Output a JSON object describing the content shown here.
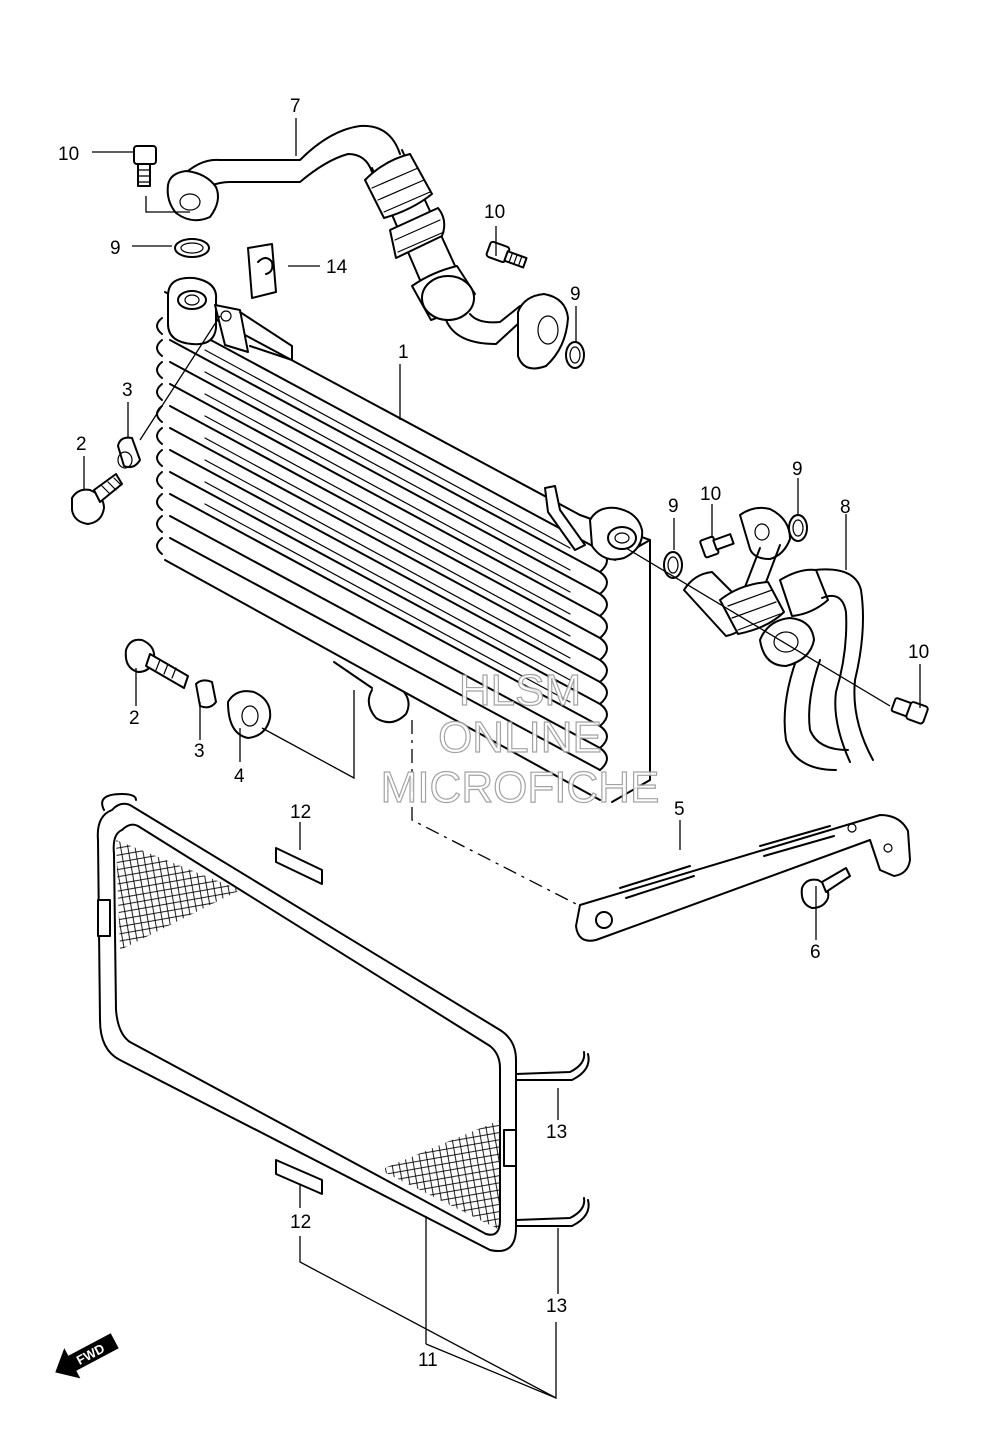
{
  "diagram": {
    "labels": {
      "l1": "1",
      "l2a": "2",
      "l2b": "2",
      "l3a": "3",
      "l3b": "3",
      "l4": "4",
      "l5": "5",
      "l6": "6",
      "l7": "7",
      "l8": "8",
      "l9a": "9",
      "l9b": "9",
      "l9c": "9",
      "l9d": "9",
      "l10a": "10",
      "l10b": "10",
      "l10c": "10",
      "l10d": "10",
      "l11": "11",
      "l12a": "12",
      "l12b": "12",
      "l13a": "13",
      "l13b": "13",
      "l14": "14"
    },
    "watermark": {
      "line1": "HLSM",
      "line2": "ONLINE",
      "line3": "MICROFICHE"
    },
    "fwd_arrow": "FWD"
  }
}
